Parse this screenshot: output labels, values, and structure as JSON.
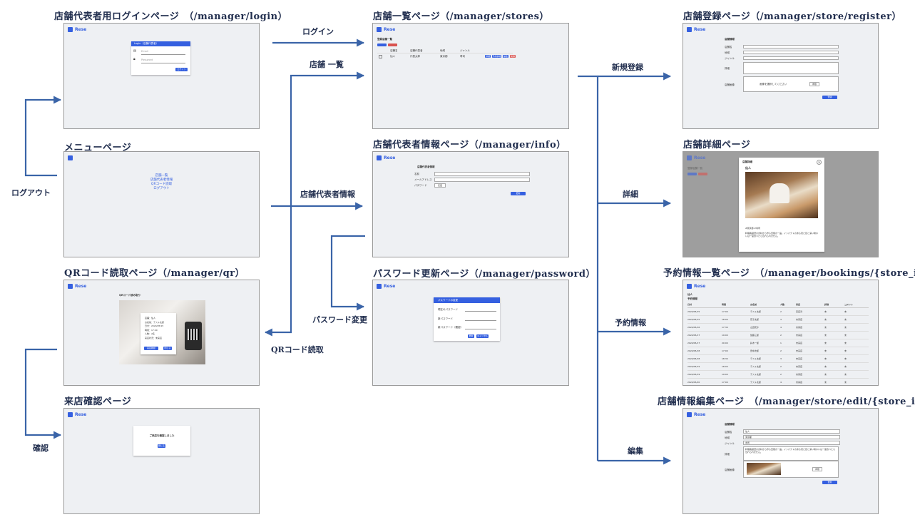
{
  "pages": {
    "login": "店舗代表者用ログインページ　（/manager/login）",
    "menu": "メニューページ",
    "qr": "QRコード読取ページ（/manager/qr）",
    "visit": "来店確認ページ",
    "stores": "店舗一覧ページ（/manager/stores）",
    "info": "店舗代表者情報ページ（/manager/info）",
    "password": "パスワード更新ページ（/manager/password）",
    "register": "店舗登録ページ（/manager/store/register）",
    "detail": "店舗詳細ページ",
    "bookings": "予約情報一覧ページ　（/manager/bookings/{store_id}）",
    "edit": "店舗情報編集ページ　（/manager/store/edit/{store_id}）"
  },
  "edges": {
    "login": "ログイン",
    "stores_list": "店舗 一覧",
    "new_register": "新規登録",
    "logout": "ログアウト",
    "manager_info": "店舗代表者情報",
    "detail": "詳細",
    "password_change": "パスワード変更",
    "qr_read": "QRコード読取",
    "bookings": "予約情報",
    "confirm": "確認",
    "edit": "編集"
  },
  "thumbs": {
    "brand": "Rese",
    "login_header": "Login（店舗代表者）",
    "login_email": "Email",
    "login_password": "Password",
    "login_button": "ログイン",
    "menu_items": [
      "店舗一覧",
      "店舗代表者情報",
      "QRコード読取",
      "ログアウト"
    ],
    "stores_heading": "登録店舗一覧",
    "stores_cols": [
      "店舗名",
      "店舗代表者",
      "地域",
      "ジャンル"
    ],
    "stores_row": [
      "仙人",
      "代表太郎",
      "東京都",
      "寿司"
    ],
    "stores_btns": [
      "詳細",
      "予約情報",
      "編集",
      "削除"
    ],
    "info_heading": "店舗代表者情報",
    "info_labels": [
      "名前",
      "メールアドレス",
      "パスワード"
    ],
    "info_change": "変更",
    "info_update": "更新",
    "pw_header": "パスワードの変更",
    "pw_labels": [
      "現在のパスワード",
      "新パスワード",
      "新パスワード（確認）"
    ],
    "pw_buttons": [
      "更新",
      "キャンセル"
    ],
    "qr_heading": "QRコード読み取り",
    "qr_info": [
      "店舗：仙人",
      "お名前：テスト太郎",
      "日付：2024/05/15",
      "時間：17:00",
      "人数：2名",
      "来店状況：未来店"
    ],
    "qr_buttons": [
      "来店確認",
      "閉じる"
    ],
    "visit_message": "ご来店を確認しました",
    "visit_button": "閉じる",
    "reg_heading": "店舗情報",
    "reg_labels": [
      "店舗名",
      "地域",
      "ジャンル",
      "詳細",
      "店舗画像"
    ],
    "reg_img_text": "画像を選択してください",
    "reg_img_btn": "参照",
    "reg_submit": "登録",
    "detail_modal_title": "店舗詳細",
    "detail_name": "仙人",
    "detail_tags": "#東京都 #寿司",
    "detail_text": "料理長厳選の食材から作る至極の一品。インパクトのある見た目と深い味わいは一度食べたら忘れられません。",
    "bookings_store": "仙人",
    "bookings_heading": "予約情報",
    "bookings_cols": [
      "日付",
      "時間",
      "お名前",
      "人数",
      "来店",
      "評価",
      "コメント"
    ],
    "bookings_rows": [
      [
        "2024/05/15",
        "17:00",
        "テスト太郎",
        "2",
        "来店済",
        "未",
        "未"
      ],
      [
        "2024/05/15",
        "18:00",
        "花子太郎",
        "3",
        "未来店",
        "未",
        "未"
      ],
      [
        "2024/05/16",
        "17:30",
        "山田花子",
        "4",
        "未来店",
        "未",
        "未"
      ],
      [
        "2024/05/17",
        "19:00",
        "佐藤三郎",
        "2",
        "未来店",
        "未",
        "未"
      ],
      [
        "2024/05/17",
        "20:00",
        "鈴木一郎",
        "1",
        "未来店",
        "未",
        "未"
      ],
      [
        "2024/05/18",
        "17:00",
        "田中次郎",
        "2",
        "未来店",
        "未",
        "未"
      ],
      [
        "2024/05/18",
        "18:30",
        "テスト太郎",
        "3",
        "未来店",
        "未",
        "未"
      ],
      [
        "2024/05/19",
        "18:00",
        "テスト太郎",
        "2",
        "未来店",
        "未",
        "未"
      ],
      [
        "2024/05/19",
        "19:00",
        "テスト太郎",
        "2",
        "未来店",
        "未",
        "未"
      ],
      [
        "2024/05/20",
        "17:00",
        "テスト太郎",
        "4",
        "未来店",
        "未",
        "未"
      ]
    ],
    "edit_heading": "店舗情報",
    "edit_labels": [
      "店舗名",
      "地域",
      "ジャンル",
      "詳細",
      "店舗画像"
    ],
    "edit_values": [
      "仙人",
      "東京都",
      "寿司"
    ],
    "edit_detail": "料理長厳選の食材から作る至極の一品。インパクトのある見た目と深い味わいは一度食べたら忘れられません。",
    "edit_img_btn": "参照",
    "edit_submit": "更新"
  },
  "colors": {
    "arrow": "#3a64a8",
    "primary": "#3560e0",
    "danger": "#d9534f"
  }
}
